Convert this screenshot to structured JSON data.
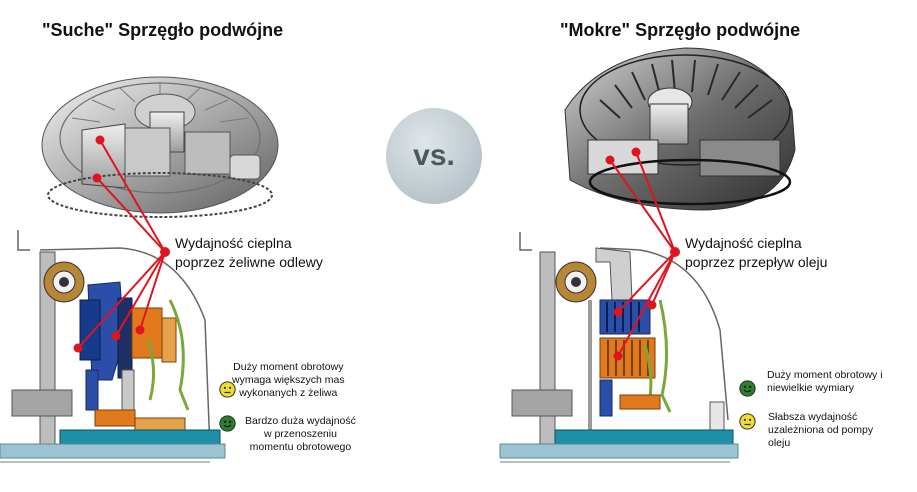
{
  "left": {
    "title": "\"Suche\" Sprzęgło podwójne",
    "callout_line1": "Wydajność cieplna",
    "callout_line2": "poprzez żeliwne odlewy",
    "note1_line1": "Duży moment obrotowy",
    "note1_line2": "wymaga większych mas",
    "note1_line3": "wykonanych z żeliwa",
    "note1_mood": "neutral",
    "note2_line1": "Bardzo duża wydajność",
    "note2_line2": "w przenoszeniu",
    "note2_line3": "momentu obrotowego",
    "note2_mood": "happy"
  },
  "vs_label": "vs.",
  "right": {
    "title": "\"Mokre\" Sprzęgło podwójne",
    "callout_line1": "Wydajność cieplna",
    "callout_line2": "poprzez przepływ oleju",
    "note1_line1": "Duży moment obrotowy i",
    "note1_line2": "niewielkie wymiary",
    "note1_mood": "happy",
    "note2_line1": "Słabsza wydajność",
    "note2_line2": "uzależniona od pompy",
    "note2_line3": "oleju",
    "note2_mood": "neutral"
  },
  "colors": {
    "pointer_red": "#e0141e",
    "happy_green": "#2e7d32",
    "neutral_yellow": "#f2dc2a",
    "steel_blue": "#2b4fa8",
    "hub_orange": "#e07a1c",
    "base_teal": "#1f8fa6"
  }
}
